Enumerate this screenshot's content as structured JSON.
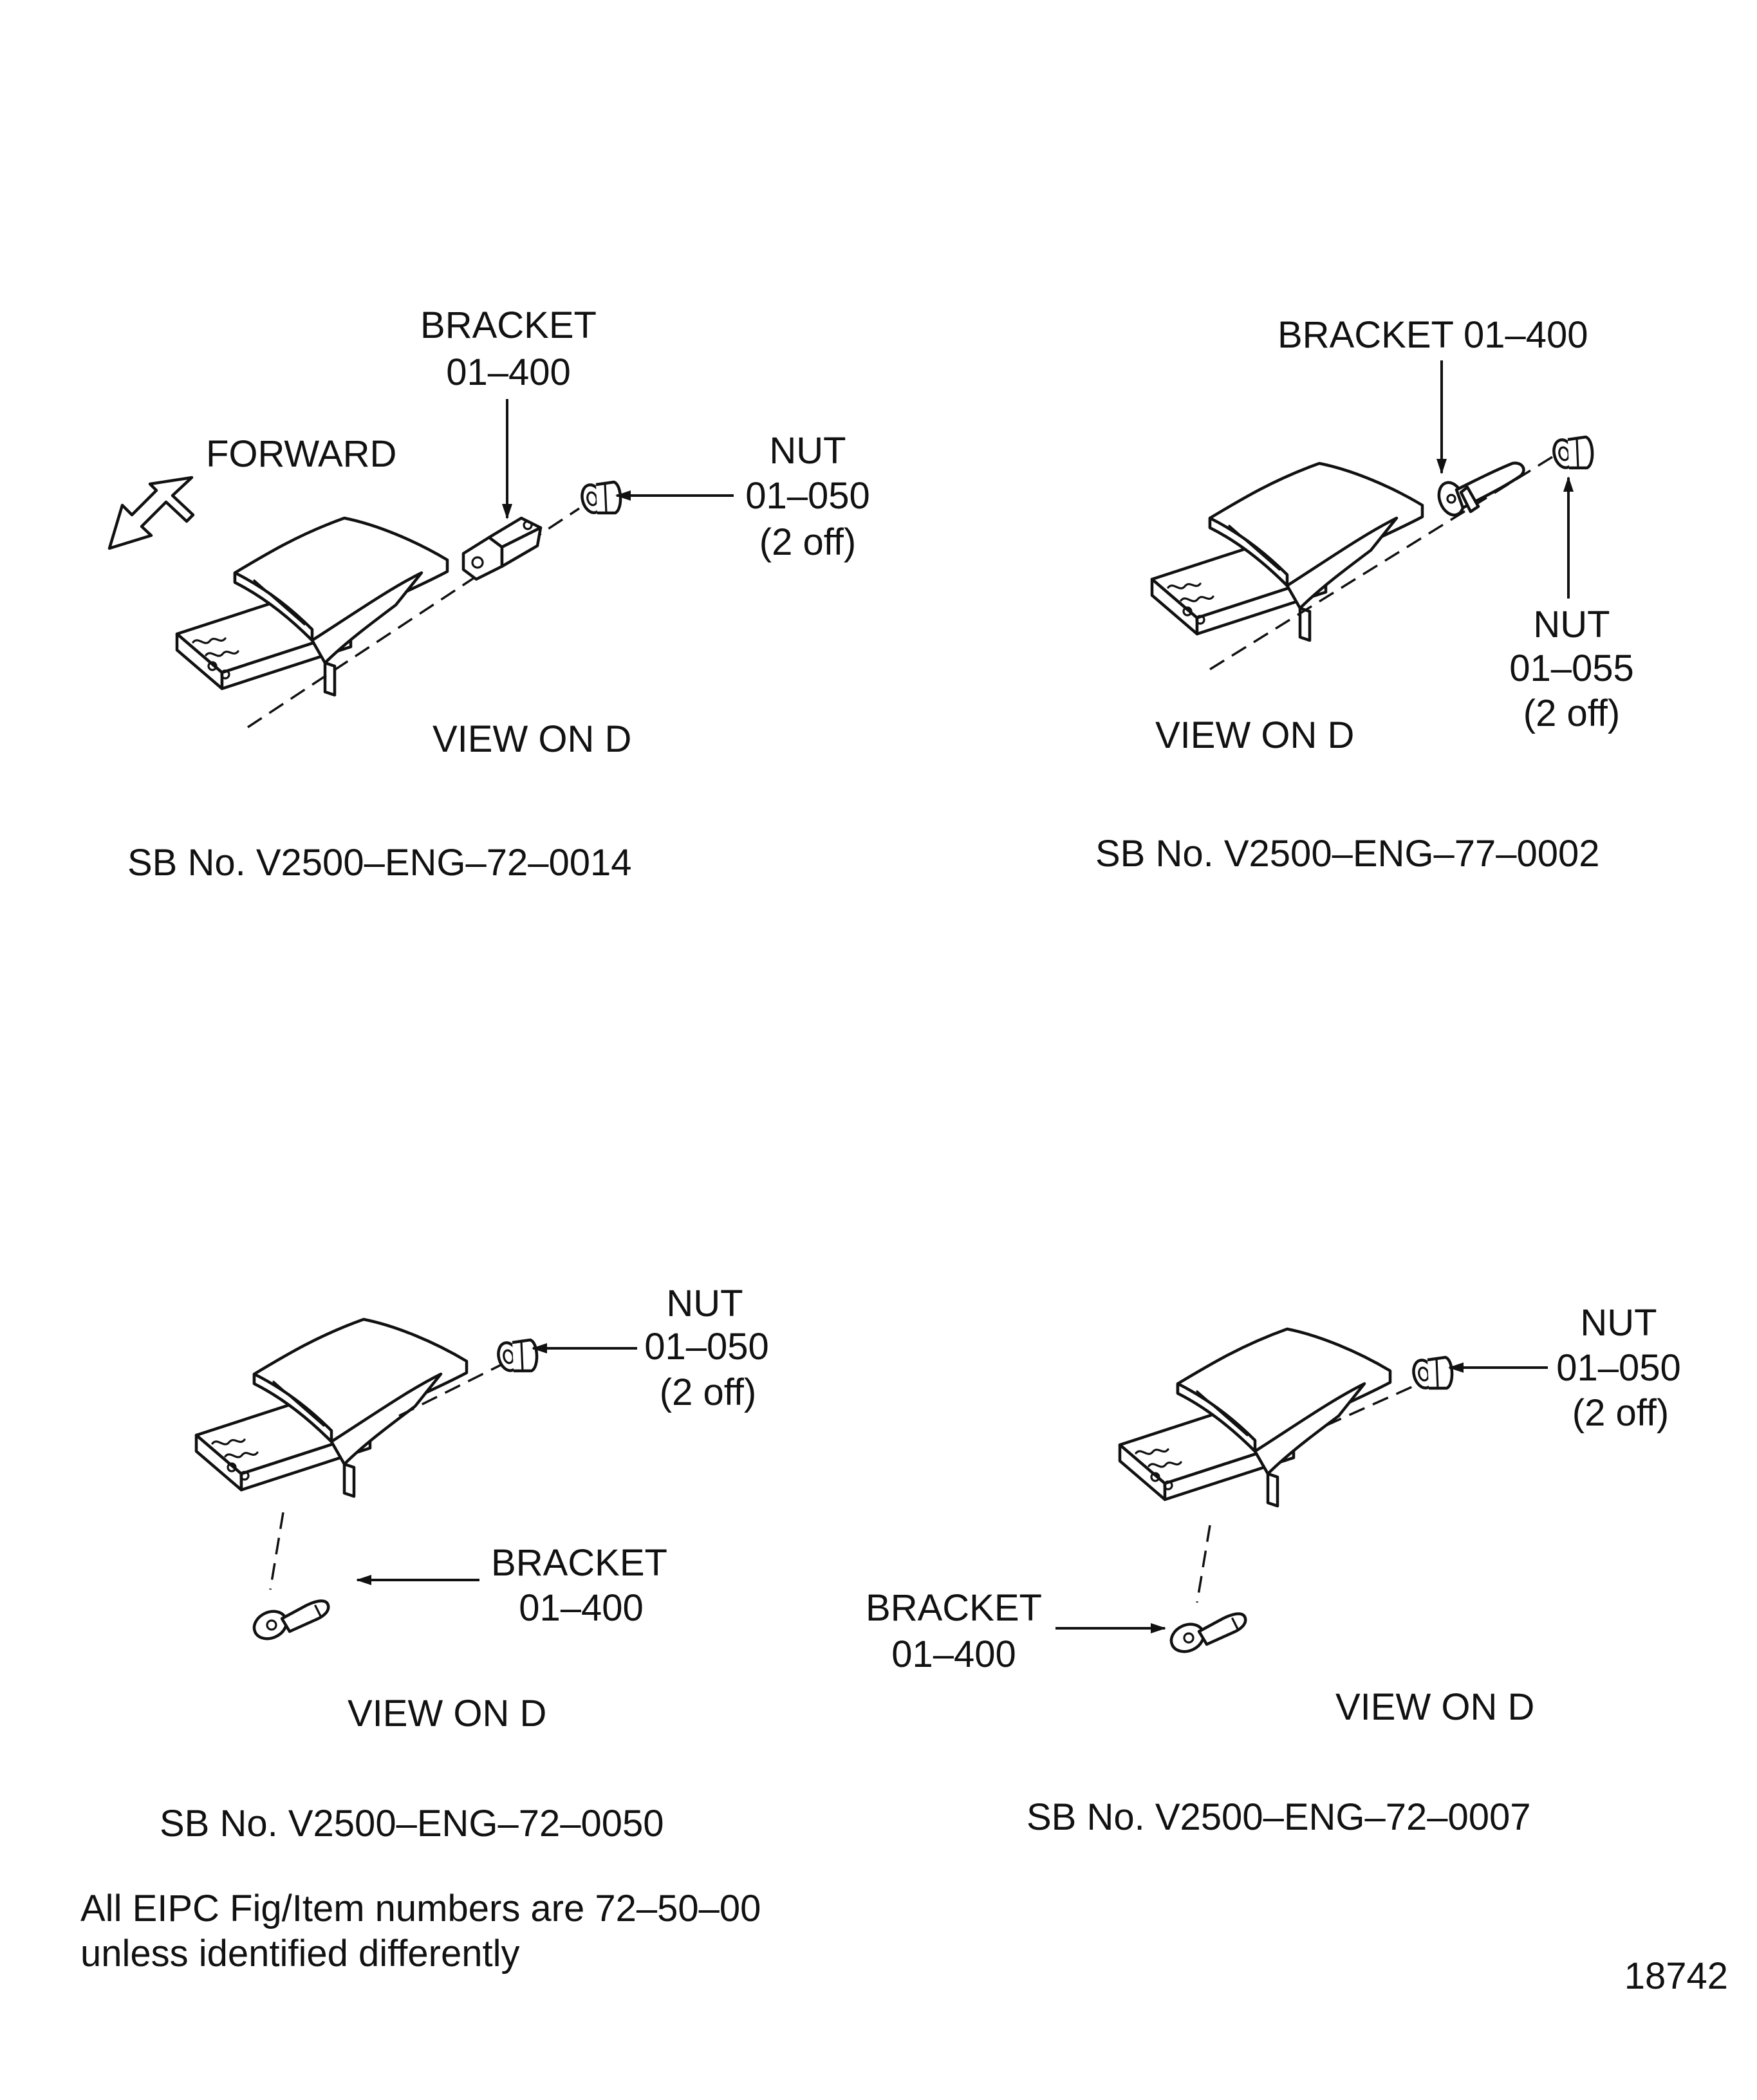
{
  "colors": {
    "ink": "#111111",
    "paper": "#ffffff"
  },
  "panel_tl": {
    "forward_label": "FORWARD",
    "bracket_label": "BRACKET",
    "bracket_number": "01–400",
    "nut_label": "NUT",
    "nut_number": "01–050",
    "nut_qty": "(2 off)",
    "view_label": "VIEW ON D",
    "sb_number": "SB No. V2500–ENG–72–0014"
  },
  "panel_tr": {
    "bracket_label": "BRACKET 01–400",
    "nut_label": "NUT",
    "nut_number": "01–055",
    "nut_qty": "(2 off)",
    "view_label": "VIEW ON D",
    "sb_number": "SB No. V2500–ENG–77–0002"
  },
  "panel_bl": {
    "nut_label": "NUT",
    "nut_number": "01–050",
    "nut_qty": "(2 off)",
    "bracket_label": "BRACKET",
    "bracket_number": "01–400",
    "view_label": "VIEW ON D",
    "sb_number": "SB No. V2500–ENG–72–0050"
  },
  "panel_br": {
    "nut_label": "NUT",
    "nut_number": "01–050",
    "nut_qty": "(2 off)",
    "bracket_label": "BRACKET",
    "bracket_number": "01–400",
    "view_label": "VIEW ON D",
    "sb_number": "SB No. V2500–ENG–72–0007"
  },
  "footer": {
    "note_line1": "All EIPC Fig/Item numbers are 72–50–00",
    "note_line2": "unless identified differently",
    "figure_number": "18742"
  },
  "icons": [
    "forward-arrow-icon",
    "bracket-icon",
    "nut-icon",
    "blade-assembly-icon"
  ]
}
